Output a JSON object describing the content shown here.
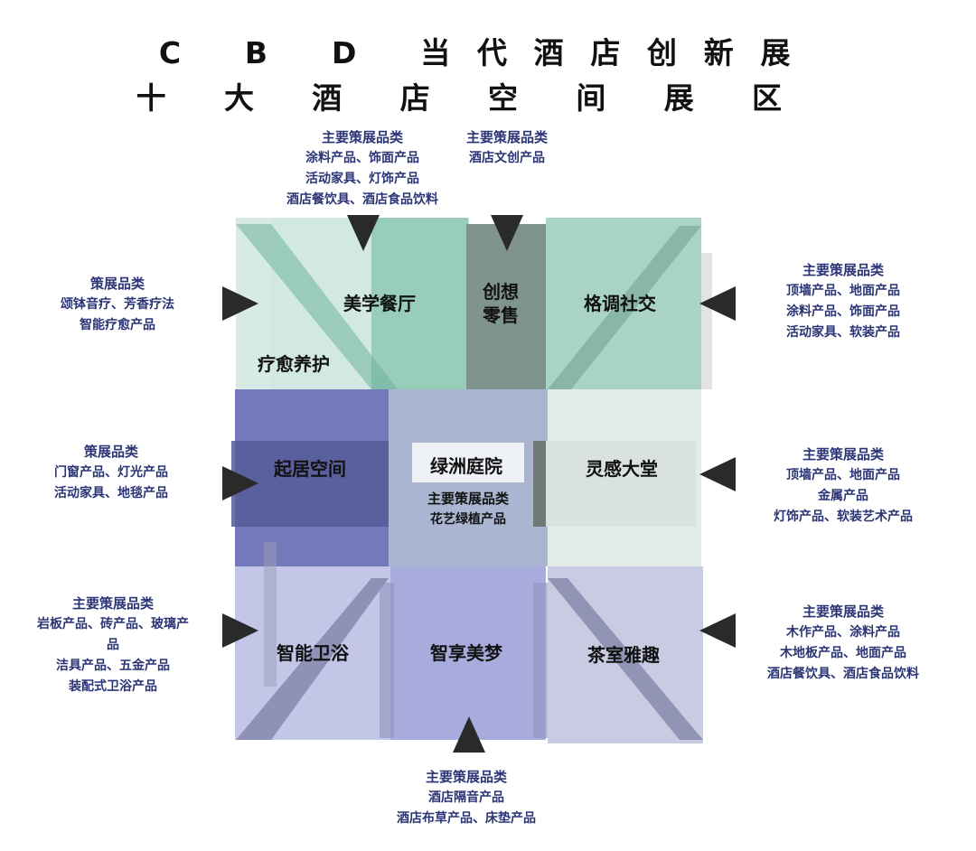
{
  "title": {
    "line1": "C B D 当代酒店创新展",
    "line2": "十大酒店空间展区"
  },
  "zones": {
    "healing": "疗愈养护",
    "dining": "美学餐厅",
    "retail_line1": "创想",
    "retail_line2": "零售",
    "social": "格调社交",
    "living": "起居空间",
    "courtyard": "绿洲庭院",
    "lobby": "灵感大堂",
    "bath": "智能卫浴",
    "sleep": "智享美梦",
    "tea": "茶室雅趣"
  },
  "captions": {
    "top_dining": {
      "heading": "主要策展品类",
      "lines": [
        "涂料产品、饰面产品",
        "活动家具、灯饰产品",
        "酒店餐饮具、酒店食品饮料"
      ]
    },
    "top_retail": {
      "heading": "主要策展品类",
      "lines": [
        "酒店文创产品"
      ]
    },
    "left_healing": {
      "heading": "策展品类",
      "lines": [
        "颂钵音疗、芳香疗法",
        "智能疗愈产品"
      ]
    },
    "left_living": {
      "heading": "策展品类",
      "lines": [
        "门窗产品、灯光产品",
        "活动家具、地毯产品"
      ]
    },
    "left_bath": {
      "heading": "主要策展品类",
      "lines": [
        "岩板产品、砖产品、玻璃产",
        "品",
        "洁具产品、五金产品",
        "装配式卫浴产品"
      ]
    },
    "right_social": {
      "heading": "主要策展品类",
      "lines": [
        "顶墙产品、地面产品",
        "涂料产品、饰面产品",
        "活动家具、软装产品"
      ]
    },
    "right_lobby": {
      "heading": "主要策展品类",
      "lines": [
        "顶墙产品、地面产品",
        "金属产品",
        "灯饰产品、软装艺术产品"
      ]
    },
    "right_tea": {
      "heading": "主要策展品类",
      "lines": [
        "木作产品、涂料产品",
        "木地板产品、地面产品",
        "酒店餐饮具、酒店食品饮料"
      ]
    },
    "center_courtyard": {
      "heading": "主要策展品类",
      "lines": [
        "花艺绿植产品"
      ]
    },
    "bottom_sleep": {
      "heading": "主要策展品类",
      "lines": [
        "酒店隔音产品",
        "酒店布草产品、床垫产品"
      ]
    }
  },
  "colors": {
    "green": "#8cc9b4",
    "green_light": "#dcefe8",
    "gray_green": "#7f948c",
    "blue_dark": "#7479bb",
    "blue_mid": "#a6b3cf",
    "blue_light": "#c3c6e8",
    "pale": "#e8f0ee",
    "lavender": "#c9cbe4",
    "arrow": "#2a2a2a",
    "caption": "#2b3576"
  }
}
